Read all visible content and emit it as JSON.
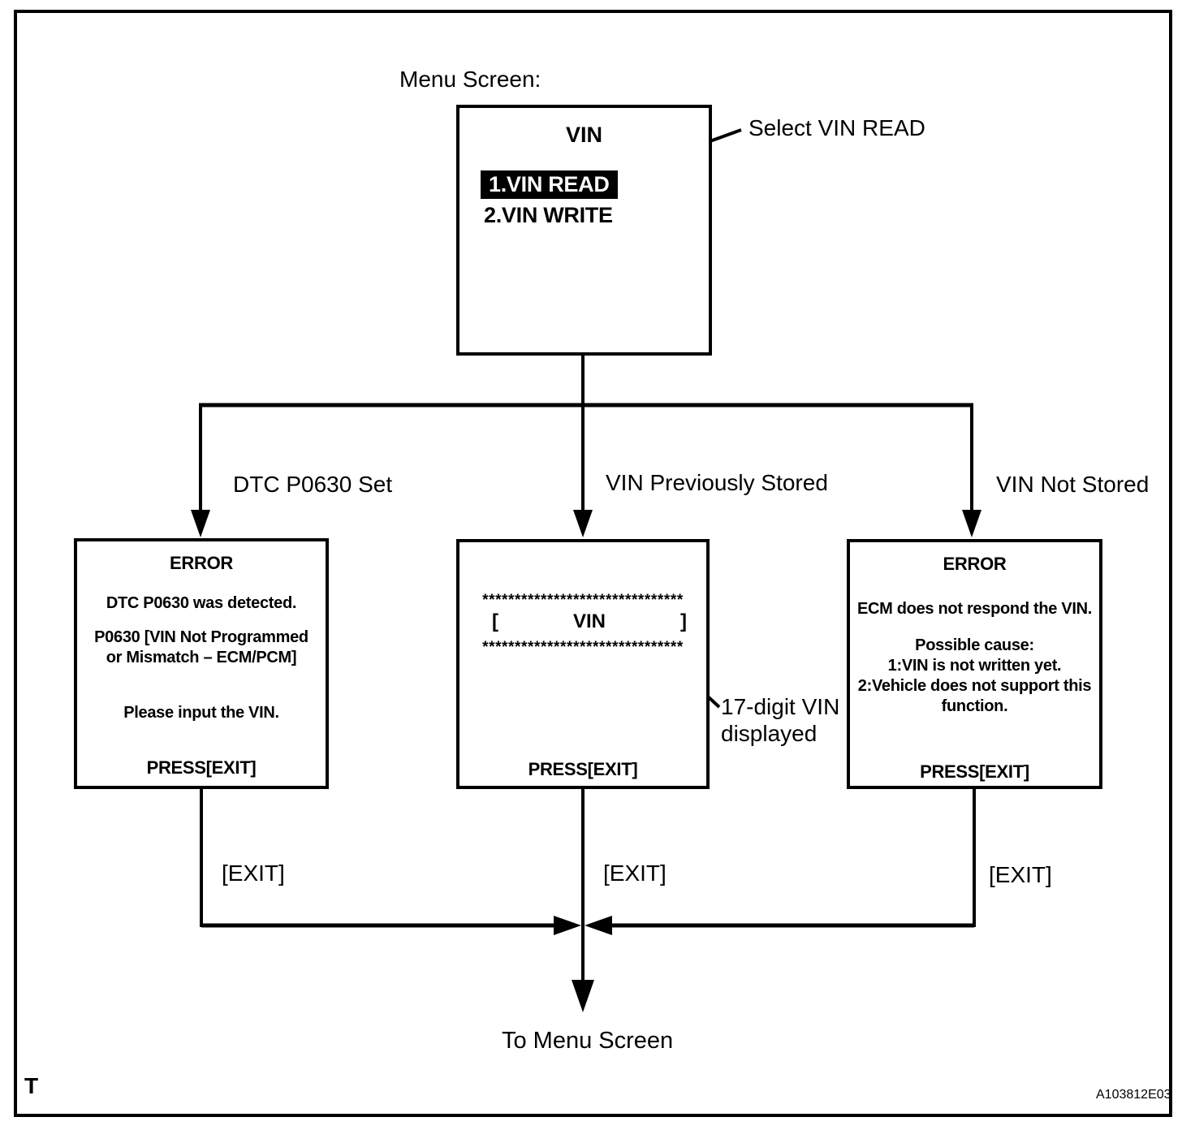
{
  "labels": {
    "menu_screen": "Menu Screen:",
    "select_vin_read": "Select VIN READ",
    "to_menu_screen": "To Menu Screen",
    "footer_left": "T",
    "footer_right": "A103812E03"
  },
  "menu_box": {
    "title": "VIN",
    "item_selected": "1.VIN READ",
    "item_unselected": "2.VIN WRITE"
  },
  "branches": {
    "left": {
      "condition": "DTC P0630 Set",
      "exit_label": "[EXIT]",
      "screen": {
        "title": "ERROR",
        "line1": "DTC P0630 was detected.",
        "line2": "P0630  [VIN Not Programmed",
        "line3": "or Mismatch – ECM/PCM]",
        "line4": "Please input the VIN.",
        "footer": "PRESS[EXIT]"
      }
    },
    "middle": {
      "condition": "VIN Previously Stored",
      "exit_label": "[EXIT]",
      "note_line1": "17-digit VIN",
      "note_line2": "displayed",
      "screen": {
        "stars": "*******************************",
        "bracket_open": "[",
        "vin_label": "VIN",
        "bracket_close": "]",
        "footer": "PRESS[EXIT]"
      }
    },
    "right": {
      "condition": "VIN Not Stored",
      "exit_label": "[EXIT]",
      "screen": {
        "title": "ERROR",
        "line1": "ECM does not respond the VIN.",
        "line2": "Possible cause:",
        "line3": "1:VIN is not written yet.",
        "line4": "2:Vehicle does not support this",
        "line5": "function.",
        "footer": "PRESS[EXIT]"
      }
    }
  },
  "colors": {
    "ink": "#000000",
    "paper": "#ffffff"
  }
}
